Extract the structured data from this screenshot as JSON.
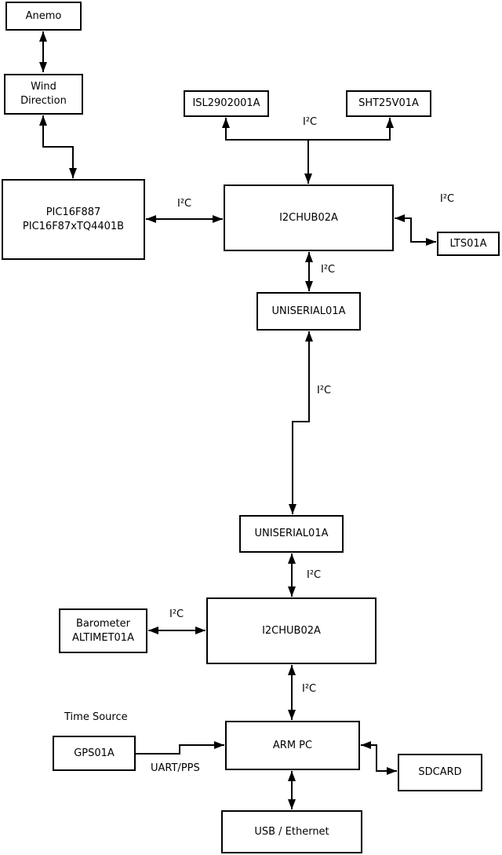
{
  "diagram": {
    "boxes": {
      "anemo": {
        "label": "Anemo"
      },
      "wind_direction": {
        "line1": "Wind",
        "line2": "Direction"
      },
      "pic": {
        "line1": "PIC16F887",
        "line2": "PIC16F87xTQ4401B"
      },
      "isl": {
        "label": "ISL2902001A"
      },
      "sht": {
        "label": "SHT25V01A"
      },
      "i2chub_top": {
        "label": "I2CHUB02A"
      },
      "lts": {
        "label": "LTS01A"
      },
      "uniserial_top": {
        "label": "UNISERIAL01A"
      },
      "uniserial_bottom": {
        "label": "UNISERIAL01A"
      },
      "i2chub_bottom": {
        "label": "I2CHUB02A"
      },
      "barometer": {
        "line1": "Barometer",
        "line2": "ALTIMET01A"
      },
      "gps": {
        "label": "GPS01A"
      },
      "arm_pc": {
        "label": "ARM PC"
      },
      "sdcard": {
        "label": "SDCARD"
      },
      "usb_ethernet": {
        "label": "USB / Ethernet"
      }
    },
    "labels": {
      "bus": "I²C",
      "time_source": "Time Source",
      "uart_pps": "UART/PPS"
    },
    "colors": {
      "line": "#000000",
      "box_fill": "#ffffff",
      "background": "#ffffff"
    }
  }
}
